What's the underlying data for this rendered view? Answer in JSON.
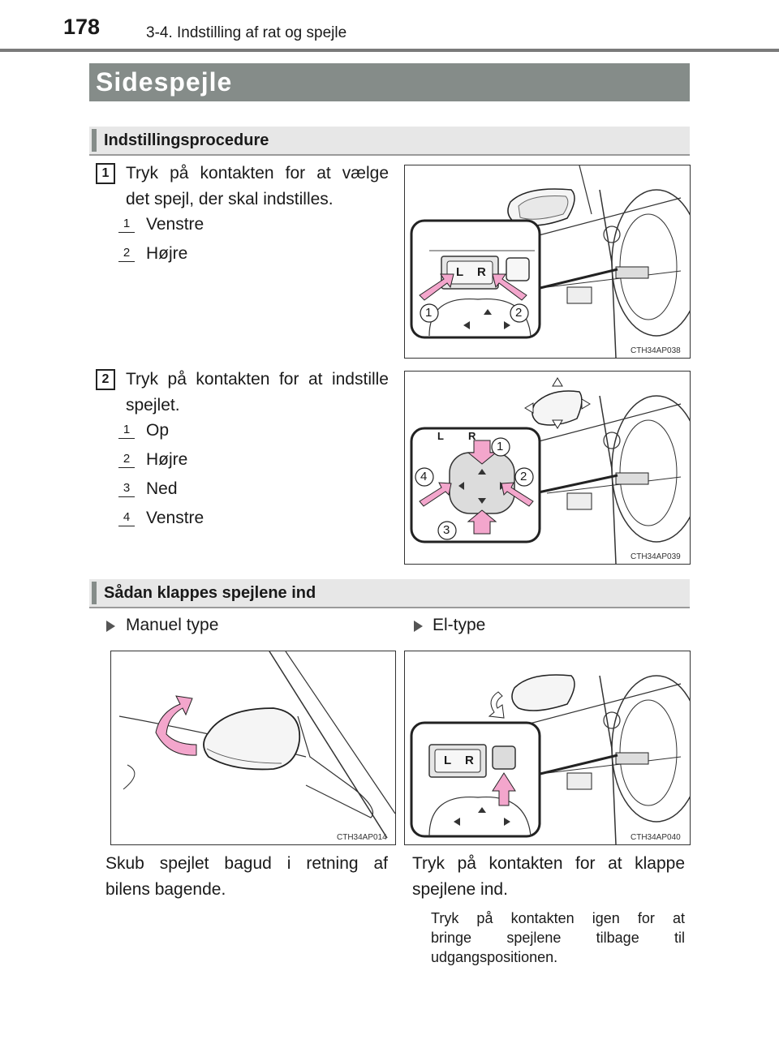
{
  "header": {
    "page_number": "178",
    "chapter": "3-4. Indstilling af rat og spejle"
  },
  "title": "Sidespejle",
  "section1": {
    "heading": "Indstillingsprocedure",
    "step1": {
      "number": "1",
      "text_line1": "Tryk på kontakten for at vælge",
      "text_line2": "det spejl, der skal indstilles.",
      "items": [
        {
          "n": "1",
          "label": "Venstre"
        },
        {
          "n": "2",
          "label": "Højre"
        }
      ],
      "figure_code": "CTH34AP038",
      "callouts": [
        "1",
        "2"
      ],
      "switch_labels": [
        "L",
        "R"
      ]
    },
    "step2": {
      "number": "2",
      "text_line1": "Tryk på kontakten for at indstille",
      "text_line2": "spejlet.",
      "items": [
        {
          "n": "1",
          "label": "Op"
        },
        {
          "n": "2",
          "label": "Højre"
        },
        {
          "n": "3",
          "label": "Ned"
        },
        {
          "n": "4",
          "label": "Venstre"
        }
      ],
      "figure_code": "CTH34AP039",
      "callouts": [
        "1",
        "2",
        "3",
        "4"
      ],
      "switch_labels": [
        "L",
        "R"
      ]
    }
  },
  "section2": {
    "heading": "Sådan klappes spejlene ind",
    "manual": {
      "label": "Manuel type",
      "figure_code": "CTH34AP014",
      "text_line1": "Skub spejlet bagud i retning af",
      "text_line2": "bilens bagende."
    },
    "electric": {
      "label": "El-type",
      "figure_code": "CTH34AP040",
      "text_line1": "Tryk på kontakten for at klappe",
      "text_line2": "spejlene ind.",
      "note_line1": "Tryk på kontakten igen for at",
      "note_line2": "bringe spejlene tilbage til",
      "note_line3": "udgangspositionen.",
      "switch_labels": [
        "L",
        "R"
      ]
    }
  },
  "colors": {
    "title_bar": "#858c89",
    "subhead_bg": "#e7e7e7",
    "arrow_pink": "#f3a6cc"
  }
}
